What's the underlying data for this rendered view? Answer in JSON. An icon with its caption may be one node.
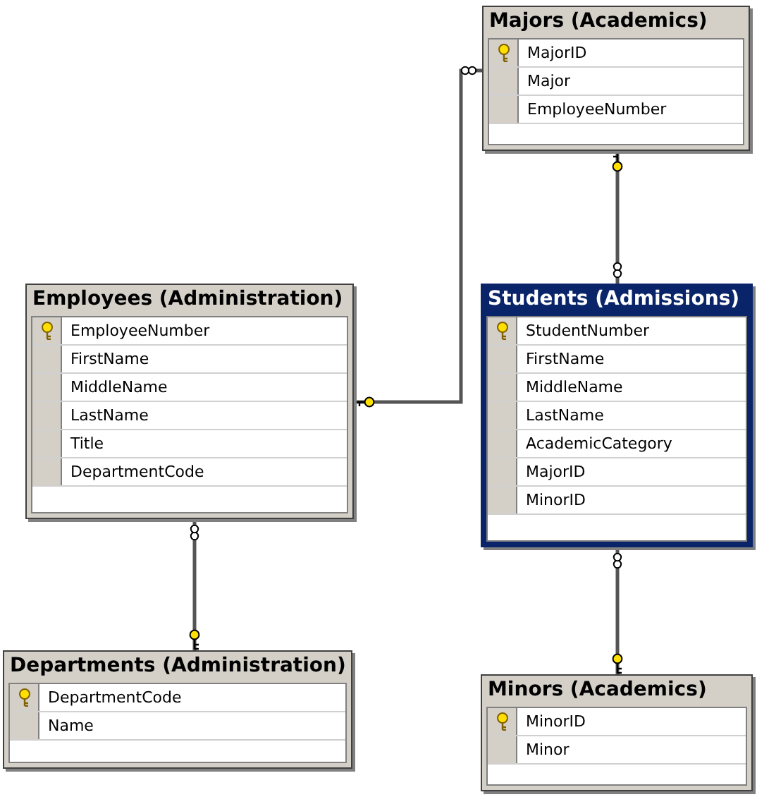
{
  "diagram": {
    "nodes": [
      {
        "text": [
          "Majors (Academics)"
        ]
      },
      {
        "text": [
          "MajorID"
        ],
        "in": 0
      },
      {
        "text": [
          "Major"
        ],
        "in": 0
      },
      {
        "text": [
          "EmployeeNumber"
        ],
        "in": 0
      },
      {
        "text": [
          "Employees (Administration)"
        ]
      },
      {
        "text": [
          "EmployeeNumber"
        ],
        "in": 4
      },
      {
        "text": [
          "FirstName"
        ],
        "in": 4
      },
      {
        "text": [
          "MiddleName"
        ],
        "in": 4
      },
      {
        "text": [
          "LastName"
        ],
        "in": 4
      },
      {
        "text": [
          "Title"
        ],
        "in": 4
      },
      {
        "text": [
          "DepartmentCode"
        ],
        "in": 4
      },
      {
        "text": [
          "Students (Admissions)"
        ]
      },
      {
        "text": [
          "StudentNumber"
        ],
        "in": 11
      },
      {
        "text": [
          "FirstName"
        ],
        "in": 11
      },
      {
        "text": [
          "MiddleName"
        ],
        "in": 11
      },
      {
        "text": [
          "LastName"
        ],
        "in": 11
      },
      {
        "text": [
          "AcademicCategory"
        ],
        "in": 11
      },
      {
        "text": [
          "MajorID"
        ],
        "in": 11
      },
      {
        "text": [
          "MinorID"
        ],
        "in": 11
      },
      {
        "text": [
          "Departments (Administration)"
        ]
      },
      {
        "text": [
          "DepartmentCode"
        ],
        "in": 19
      },
      {
        "text": [
          "Name"
        ],
        "in": 19
      },
      {
        "text": [
          "Minors (Academics)"
        ]
      },
      {
        "text": [
          "MinorID"
        ],
        "in": 22
      },
      {
        "text": [
          "Minor"
        ],
        "in": 22
      }
    ],
    "edges": [
      {
        "from": 4,
        "to": 0,
        "arrow": "other"
      },
      {
        "from": 0,
        "to": 11,
        "arrow": "other"
      },
      {
        "from": 19,
        "to": 4,
        "arrow": "other"
      },
      {
        "from": 22,
        "to": 11,
        "arrow": "other"
      }
    ]
  }
}
